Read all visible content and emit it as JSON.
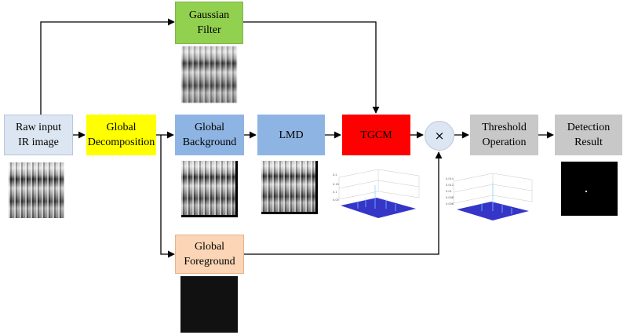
{
  "nodes": {
    "raw_input": {
      "label": "Raw input\nIR image",
      "color": "#dce6f2"
    },
    "global_decomposition": {
      "label": "Global\nDecomposition",
      "color": "#ffff00"
    },
    "gaussian_filter": {
      "label": "Gaussian Filter",
      "color": "#92d050"
    },
    "global_background": {
      "label": "Global\nBackground",
      "color": "#8eb4e3"
    },
    "lmd": {
      "label": "LMD",
      "color": "#8eb4e3"
    },
    "tgcm": {
      "label": "TGCM",
      "color": "#ff0000"
    },
    "multiply": {
      "label": "×"
    },
    "threshold_operation": {
      "label": "Threshold\nOperation",
      "color": "#c8c8c8"
    },
    "detection_result": {
      "label": "Detection\nResult",
      "color": "#c8c8c8"
    },
    "global_foreground": {
      "label": "Global\nForeground",
      "color": "#fbd5b5"
    }
  },
  "edges": [
    [
      "raw_input",
      "global_decomposition"
    ],
    [
      "raw_input",
      "gaussian_filter"
    ],
    [
      "gaussian_filter",
      "tgcm"
    ],
    [
      "global_decomposition",
      "global_background"
    ],
    [
      "global_decomposition",
      "global_foreground"
    ],
    [
      "global_background",
      "lmd"
    ],
    [
      "lmd",
      "tgcm"
    ],
    [
      "tgcm",
      "multiply"
    ],
    [
      "global_foreground",
      "multiply"
    ],
    [
      "multiply",
      "threshold_operation"
    ],
    [
      "threshold_operation",
      "detection_result"
    ]
  ],
  "colors": {
    "arrow": "#000000",
    "surface": "#3333cc",
    "grid": "#c8c8c8"
  }
}
